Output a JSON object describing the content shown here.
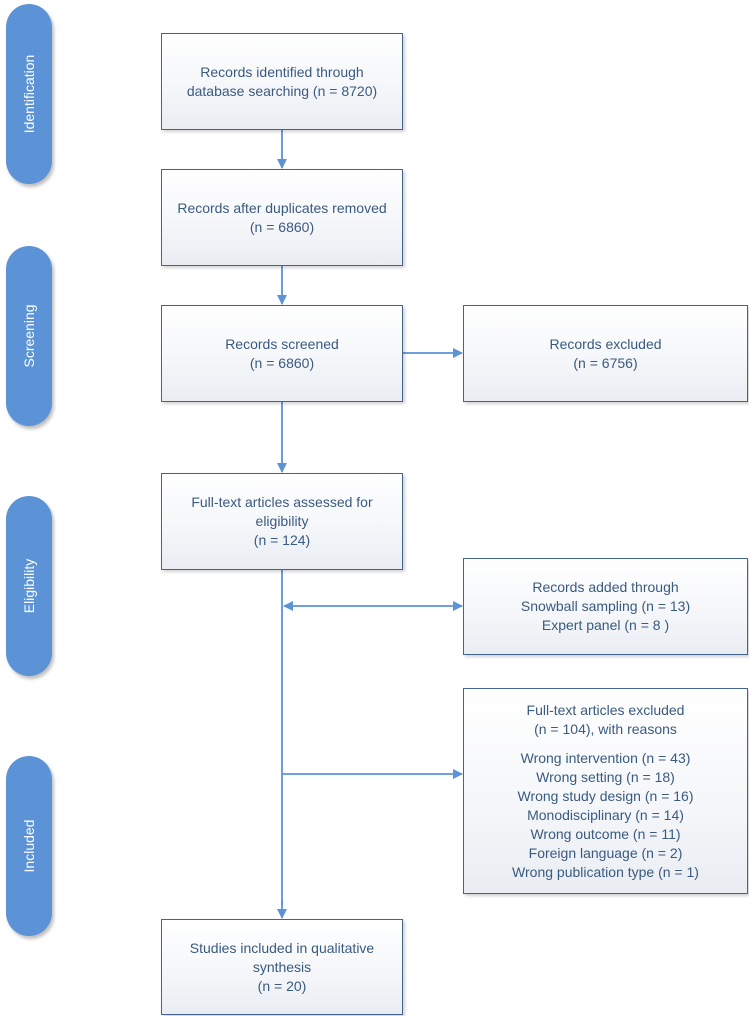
{
  "stages": {
    "identification": "Identification",
    "screening": "Screening",
    "eligibility": "Eligibility",
    "included": "Included"
  },
  "boxes": {
    "records_identified": [
      "Records identified through",
      "database searching (n = 8720)"
    ],
    "duplicates_removed": [
      "Records after duplicates removed",
      "(n = 6860)"
    ],
    "records_screened": [
      "Records screened",
      "(n = 6860)"
    ],
    "records_excluded": [
      "Records excluded",
      "(n = 6756)"
    ],
    "fulltext_assessed": [
      "Full-text articles assessed for",
      "eligibility",
      "(n = 124)"
    ],
    "records_added": [
      "Records added through",
      "Snowball sampling (n = 13)",
      "Expert panel (n = 8 )"
    ],
    "fulltext_excluded": {
      "header": [
        "Full-text articles excluded",
        "(n =  104), with reasons"
      ],
      "reasons": [
        "Wrong intervention (n = 43)",
        "Wrong setting (n = 18)",
        "Wrong study design (n = 16)",
        "Monodisciplinary (n = 14)",
        "Wrong outcome (n = 11)",
        "Foreign language (n = 2)",
        "Wrong publication type (n = 1)"
      ]
    },
    "studies_included": [
      "Studies included in qualitative",
      "synthesis",
      "(n = 20)"
    ]
  },
  "colors": {
    "stage_fill": "#5b93d6",
    "box_border": "#43648f",
    "text": "#3a5a80",
    "arrow": "#5b93d6"
  }
}
